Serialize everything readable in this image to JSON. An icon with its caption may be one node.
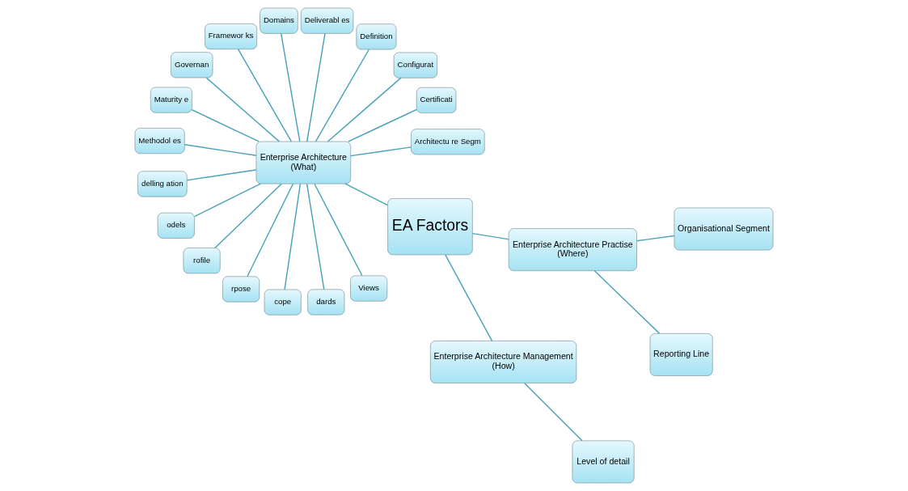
{
  "diagram": {
    "nodes": [
      {
        "text": [
          "Enterprise Architecture Management",
          "(How)"
        ]
      },
      {
        "text": [
          "Level of detail"
        ]
      },
      {
        "text": [
          "Reporting Line"
        ]
      },
      {
        "text": [
          "EA Factors"
        ]
      },
      {
        "text": [
          "Enterprise Architecture Practise",
          "(Where)"
        ]
      },
      {
        "text": [
          "Enterprise Architecture",
          "(What)"
        ]
      },
      {
        "text": [
          "Organisational Segment"
        ]
      },
      {
        "text": [
          "Architectu re Segm"
        ]
      },
      {
        "text": [
          "Certificati"
        ]
      },
      {
        "text": [
          "Configurat"
        ]
      },
      {
        "text": [
          "Definition"
        ]
      },
      {
        "text": [
          "Deliverabl es"
        ]
      },
      {
        "text": [
          "Domains"
        ]
      },
      {
        "text": [
          "Framewor ks"
        ]
      },
      {
        "text": [
          "Governan"
        ]
      },
      {
        "text": [
          "Maturity e"
        ]
      },
      {
        "text": [
          "Methodol es"
        ]
      },
      {
        "text": [
          "delling ation"
        ]
      },
      {
        "text": [
          "odels"
        ]
      },
      {
        "text": [
          "rofile"
        ]
      },
      {
        "text": [
          "rpose"
        ]
      },
      {
        "text": [
          "cope"
        ]
      },
      {
        "text": [
          "dards"
        ]
      },
      {
        "text": [
          "Views"
        ]
      }
    ],
    "edges": [
      {
        "from": 3,
        "to": 0,
        "arrow": "none"
      },
      {
        "from": 0,
        "to": 1,
        "arrow": "none"
      },
      {
        "from": 3,
        "to": 4,
        "arrow": "none"
      },
      {
        "from": 4,
        "to": 2,
        "arrow": "none"
      },
      {
        "from": 4,
        "to": 6,
        "arrow": "none"
      },
      {
        "from": 3,
        "to": 5,
        "arrow": "none"
      },
      {
        "from": 5,
        "to": 7,
        "arrow": "none"
      },
      {
        "from": 5,
        "to": 8,
        "arrow": "none"
      },
      {
        "from": 5,
        "to": 9,
        "arrow": "none"
      },
      {
        "from": 5,
        "to": 10,
        "arrow": "none"
      },
      {
        "from": 5,
        "to": 11,
        "arrow": "none"
      },
      {
        "from": 5,
        "to": 12,
        "arrow": "none"
      },
      {
        "from": 5,
        "to": 13,
        "arrow": "none"
      },
      {
        "from": 5,
        "to": 14,
        "arrow": "none"
      },
      {
        "from": 5,
        "to": 15,
        "arrow": "none"
      },
      {
        "from": 5,
        "to": 16,
        "arrow": "none"
      },
      {
        "from": 5,
        "to": 17,
        "arrow": "none"
      },
      {
        "from": 5,
        "to": 18,
        "arrow": "none"
      },
      {
        "from": 5,
        "to": 19,
        "arrow": "none"
      },
      {
        "from": 5,
        "to": 20,
        "arrow": "none"
      },
      {
        "from": 5,
        "to": 21,
        "arrow": "none"
      },
      {
        "from": 5,
        "to": 22,
        "arrow": "none"
      },
      {
        "from": 5,
        "to": 23,
        "arrow": "none"
      }
    ]
  }
}
